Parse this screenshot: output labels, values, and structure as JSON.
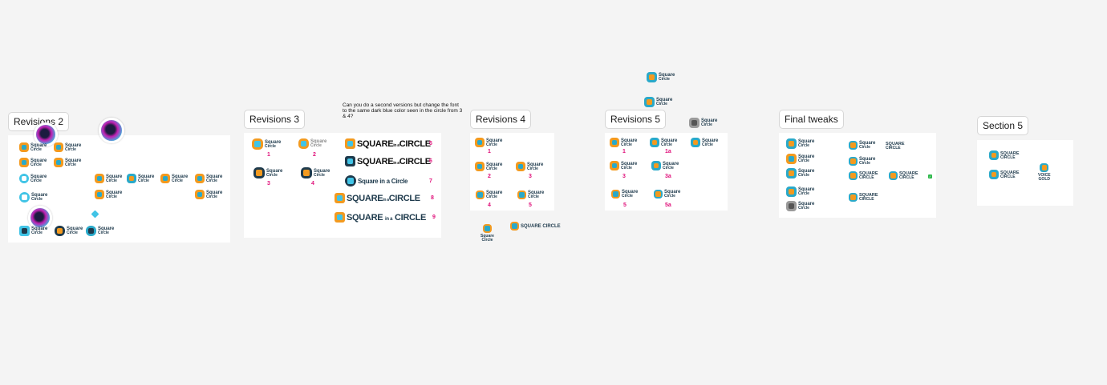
{
  "sections": [
    {
      "id": "rev2",
      "title": "Revisions 2"
    },
    {
      "id": "rev3",
      "title": "Revisions 3"
    },
    {
      "id": "rev4",
      "title": "Revisions 4"
    },
    {
      "id": "rev5",
      "title": "Revisions 5"
    },
    {
      "id": "final",
      "title": "Final tweaks"
    },
    {
      "id": "sec5",
      "title": "Section 5"
    }
  ],
  "comment": "Can you do a second versions but change the font to the same dark blue color seen in the circle from 3 & 4?",
  "brand": {
    "line1": "Square",
    "line2": "Circle",
    "line_inacircle": "Square in a Circle",
    "caps": "SQUARE",
    "caps2": "CIRCLE",
    "inaca": "in a",
    "voice1": "VOICE",
    "voice2": "GOLD",
    "inline_caps": "SQUARE CIRCLE",
    "tiny_in": "in a"
  },
  "rev3_numbers": [
    "1",
    "2",
    "3",
    "4",
    "5",
    "6",
    "7",
    "8",
    "9"
  ],
  "rev4_numbers": [
    "1",
    "2",
    "3",
    "4",
    "5"
  ],
  "rev5_numbers": [
    "1",
    "1a",
    "3",
    "3a",
    "5",
    "5a"
  ],
  "colors": {
    "orange": "#f39a1f",
    "navy": "#1e3a4c",
    "teal": "#2aa9c9",
    "cyan": "#41c4e6",
    "magenta": "#e0107a",
    "grey": "#9a9a9a"
  },
  "icons": [
    "pin-icon",
    "check-icon",
    "avatar"
  ]
}
